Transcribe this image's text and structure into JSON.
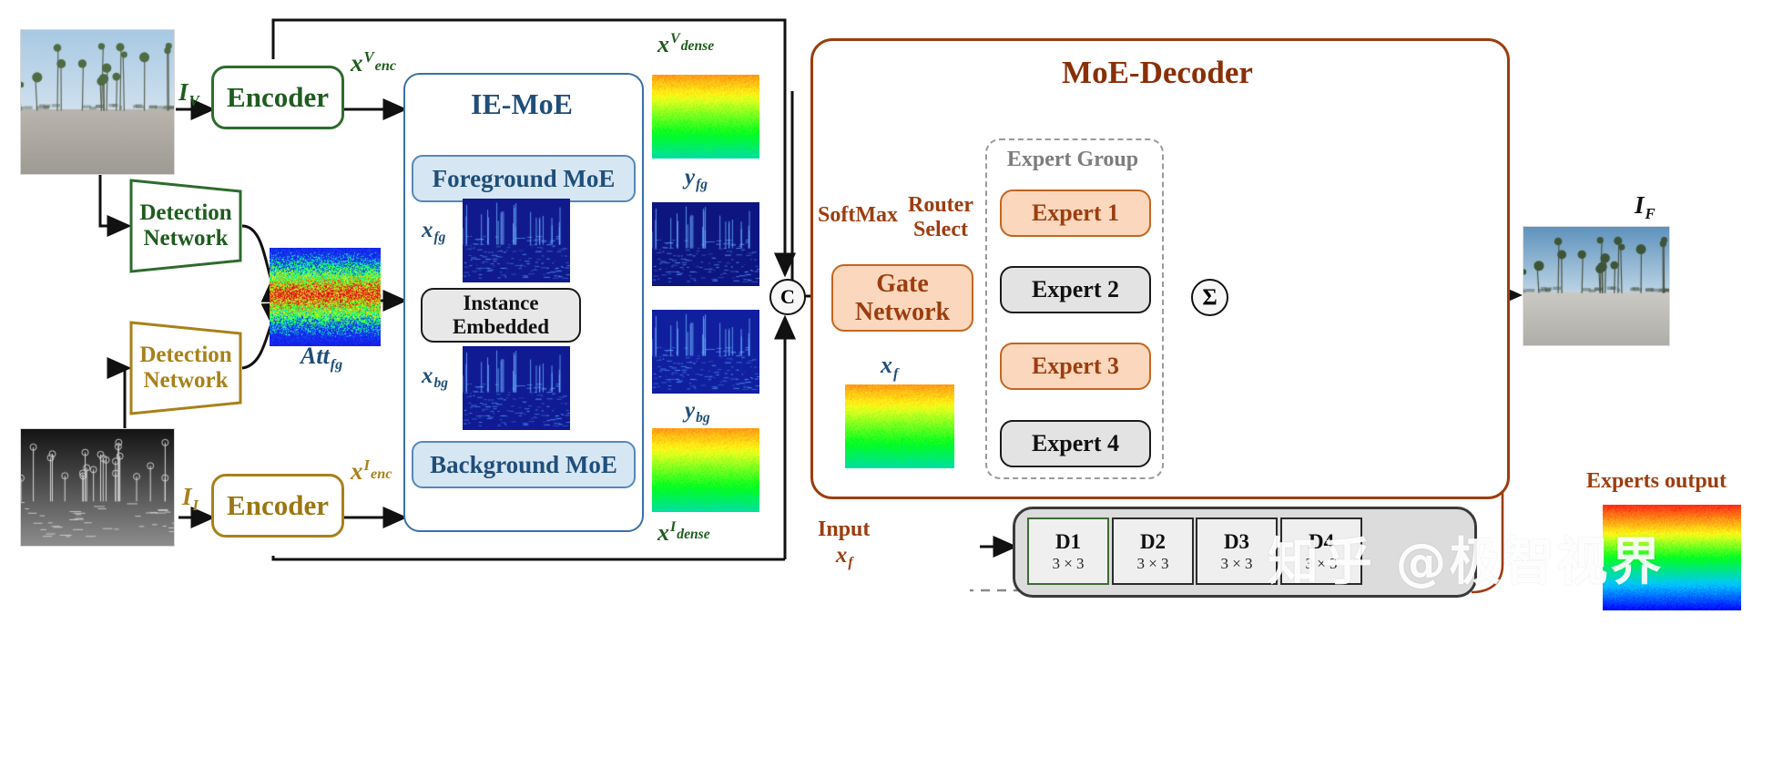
{
  "figure": {
    "title_iemoe": "IE-MoE",
    "title_decoder": "MoE-Decoder",
    "watermark": "知乎 @极智视界"
  },
  "left_branch": {
    "visible_input_label": "I_V",
    "infrared_input_label": "I_I",
    "encoder_label": "Encoder",
    "encoder_label_ir": "Encoder",
    "detection_network_label_line1": "Detection",
    "detection_network_label_line2": "Network",
    "enc_out_visible": {
      "base": "x",
      "sub": "enc",
      "sup": "V"
    },
    "enc_out_infrared": {
      "base": "x",
      "sub": "enc",
      "sup": "I"
    },
    "attention_label": {
      "base": "Att",
      "sub": "fg"
    }
  },
  "iemoe": {
    "title": "IE-MoE",
    "foreground_moe_label": "Foreground MoE",
    "background_moe_label": "Background MoE",
    "instance_embedded_line1": "Instance",
    "instance_embedded_line2": "Embedded",
    "x_fg_label": {
      "base": "x",
      "sub": "fg"
    },
    "x_bg_label": {
      "base": "x",
      "sub": "bg"
    }
  },
  "features": {
    "x_dense_visible": {
      "base": "x",
      "sub": "dense",
      "sup": "V"
    },
    "y_fg": {
      "base": "y",
      "sub": "fg"
    },
    "y_bg": {
      "base": "y",
      "sub": "bg"
    },
    "x_dense_infrared": {
      "base": "x",
      "sub": "dense",
      "sup": "I"
    },
    "concat_symbol": "C",
    "sum_symbol": "Σ"
  },
  "decoder": {
    "title": "MoE-Decoder",
    "softmax_label": "SoftMax",
    "router_select_line1": "Router",
    "router_select_line2": "Select",
    "gate_line1": "Gate",
    "gate_line2": "Network",
    "x_f_label": {
      "base": "x",
      "sub": "f"
    },
    "expert_group_label": "Expert Group",
    "experts": [
      {
        "label": "Expert 1",
        "active": true
      },
      {
        "label": "Expert 2",
        "active": false
      },
      {
        "label": "Expert 3",
        "active": true
      },
      {
        "label": "Expert 4",
        "active": false
      }
    ]
  },
  "expert_detail": {
    "input_line1": "Input",
    "input_x_f": {
      "base": "x",
      "sub": "f"
    },
    "blocks": [
      {
        "name": "D1",
        "kernel": "3 × 3"
      },
      {
        "name": "D2",
        "kernel": "3 × 3"
      },
      {
        "name": "D3",
        "kernel": "3 × 3"
      },
      {
        "name": "D4",
        "kernel": "3 × 3"
      }
    ],
    "experts_output_label": "Experts output"
  },
  "output": {
    "fused_label": "I_F"
  },
  "colors": {
    "green": "#1f5c1f",
    "gold": "#a8811a",
    "blue": "#1f4e79",
    "brown": "#9c3d10",
    "orange_fill": "#fbd8bd",
    "grey_fill": "#e3e3e3",
    "moe_fill": "#d6e6f3"
  }
}
